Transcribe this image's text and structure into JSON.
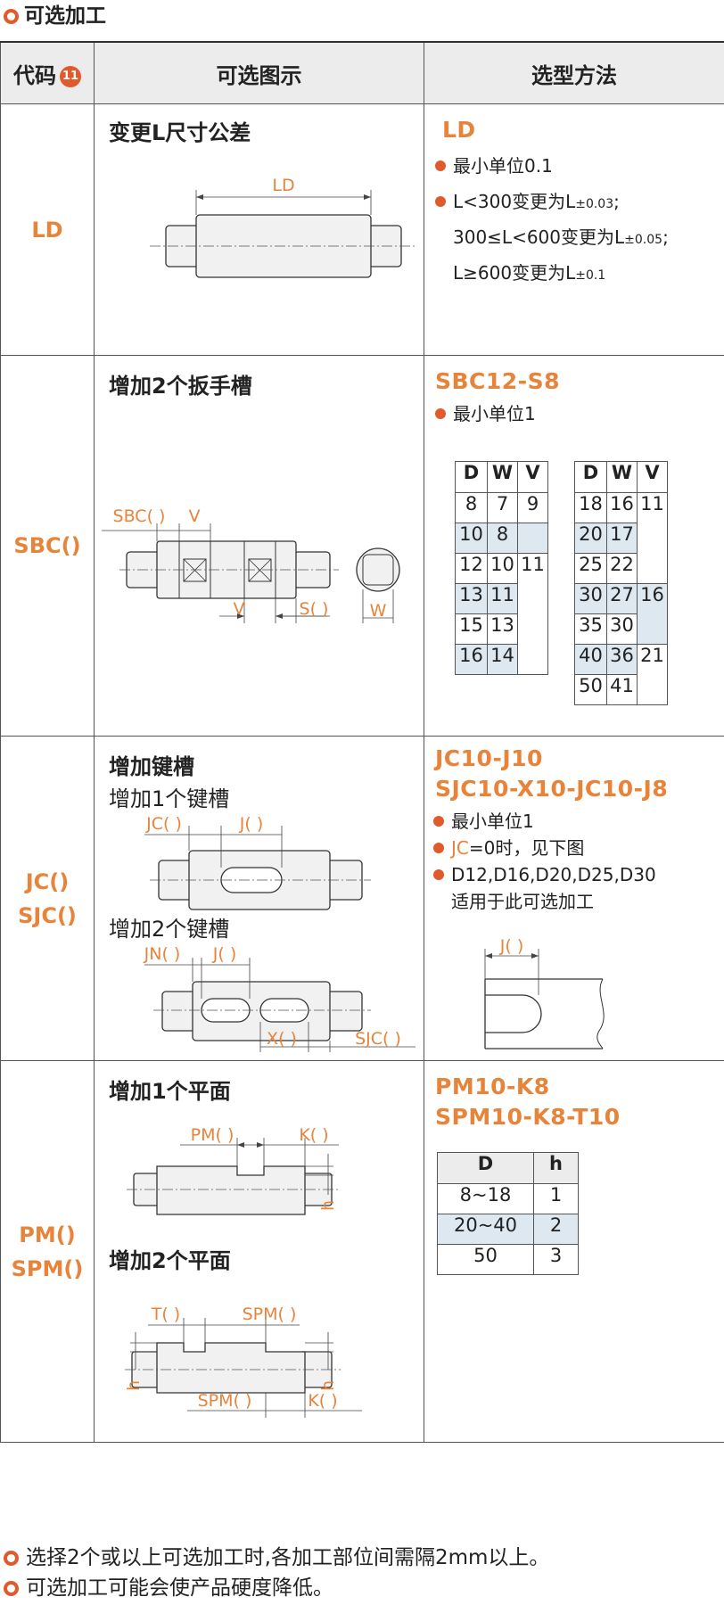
{
  "heading": "可选加工",
  "table_head": {
    "code": "代码",
    "badge": "11",
    "image": "可选图示",
    "method": "选型方法"
  },
  "rows": {
    "ld": {
      "code": "LD",
      "title": "变更L尺寸公差",
      "dim_label": "LD",
      "method_code": "LD",
      "b1": "最小单位0.1",
      "b2_text": "L<300变更为L",
      "b2_tol": "±0.03",
      "b2_tail": ";",
      "c1_text": "300≤L<600变更为L",
      "c1_tol": "±0.05",
      "c1_tail": ";",
      "c2_text": "L≥600变更为L",
      "c2_tol": "±0.1"
    },
    "sbc": {
      "code": "SBC()",
      "title": "增加2个扳手槽",
      "lbl_sbc": "SBC( )",
      "lbl_v_top": "V",
      "lbl_v_bot": "V",
      "lbl_s": "S( )",
      "lbl_w": "W",
      "method_code": "SBC12-S8",
      "b1": "最小单位1",
      "hdr": [
        "D",
        "W",
        "V"
      ],
      "left_rows": [
        [
          "8",
          "7"
        ],
        [
          "10",
          "8"
        ],
        [
          "12",
          "10"
        ],
        [
          "13",
          "11"
        ],
        [
          "15",
          "13"
        ],
        [
          "16",
          "14"
        ]
      ],
      "left_v": [
        "9",
        "11"
      ],
      "right_rows": [
        [
          "18",
          "16"
        ],
        [
          "20",
          "17"
        ],
        [
          "25",
          "22"
        ],
        [
          "30",
          "27"
        ],
        [
          "35",
          "30"
        ],
        [
          "40",
          "36"
        ],
        [
          "50",
          "41"
        ]
      ],
      "right_v": [
        "11",
        "16",
        "21"
      ]
    },
    "jc": {
      "code1": "JC()",
      "code2": "SJC()",
      "title": "增加键槽",
      "sub1": "增加1个键槽",
      "sub2": "增加2个键槽",
      "lbl_jc": "JC( )",
      "lbl_j1": "J( )",
      "lbl_jn": "JN( )",
      "lbl_j2": "J( )",
      "lbl_x": "X( )",
      "lbl_sjc": "SJC( )",
      "lbl_j3": "J( )",
      "method_code1": "JC10-J10",
      "method_code2": "SJC10-X10-JC10-J8",
      "b1": "最小单位1",
      "b2_code": "JC",
      "b2_rest": "=0时，见下图",
      "b3": "D12,D16,D20,D25,D30",
      "b3_cont": "适用于此可选加工"
    },
    "pm": {
      "code1": "PM()",
      "code2": "SPM()",
      "sub1": "增加1个平面",
      "sub2": "增加2个平面",
      "lbl_pm": "PM( )",
      "lbl_k1": "K( )",
      "lbl_h1": "h",
      "lbl_t": "T( )",
      "lbl_spm1": "SPM( )",
      "lbl_spm2": "SPM( )",
      "lbl_k2": "K( )",
      "lbl_h2": "h",
      "lbl_h3": "h",
      "method_code1": "PM10-K8",
      "method_code2": "SPM10-K8-T10",
      "hdr": [
        "D",
        "h"
      ],
      "rows": [
        [
          "8~18",
          "1"
        ],
        [
          "20~40",
          "2"
        ],
        [
          "50",
          "3"
        ]
      ]
    }
  },
  "footnotes": [
    "选择2个或以上可选加工时,各加工部位间需隔2mm以上。",
    "可选加工可能会使产品硬度降低。"
  ],
  "colors": {
    "accent": "#e8833a",
    "bullet": "#e05a2b",
    "shade": "#dde8f0"
  }
}
